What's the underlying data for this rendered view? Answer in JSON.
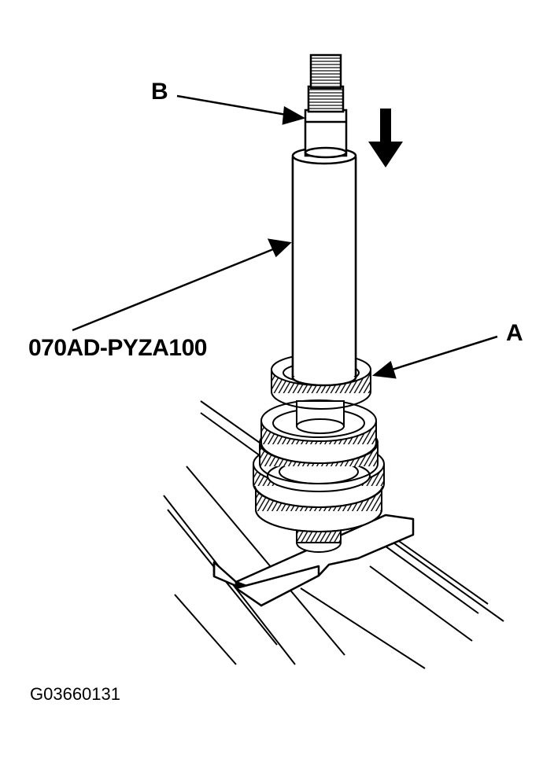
{
  "labels": {
    "callout_b": "B",
    "callout_a": "A",
    "tool_part_number": "070AD-PYZA100",
    "figure_id": "G03660131"
  },
  "colors": {
    "ink": "#000000",
    "paper": "#ffffff"
  },
  "icons": {
    "press_direction": "down-arrow-icon"
  }
}
